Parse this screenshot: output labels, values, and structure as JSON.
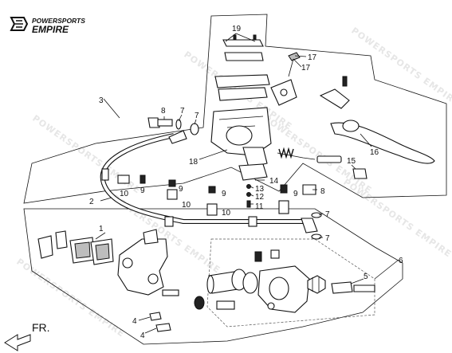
{
  "brand": {
    "line1": "POWERSPORTS",
    "line2": "EMPIRE",
    "watermark": "POWERSPORTS EMPIRE"
  },
  "direction": {
    "label": "FR."
  },
  "callouts": {
    "c1": "1",
    "c2": "2",
    "c3": "3",
    "c4a": "4",
    "c4b": "4",
    "c5": "5",
    "c6": "6",
    "c7a": "7",
    "c7b": "7",
    "c7c": "7",
    "c7d": "7",
    "c8a": "8",
    "c8b": "8",
    "c9a": "9",
    "c9b": "9",
    "c9c": "9",
    "c10a": "10",
    "c10b": "10",
    "c10c": "10",
    "c11": "11",
    "c12": "12",
    "c13": "13",
    "c14": "14",
    "c15": "15",
    "c16": "16",
    "c17a": "17",
    "c17b": "17",
    "c18": "18",
    "c19": "19"
  }
}
